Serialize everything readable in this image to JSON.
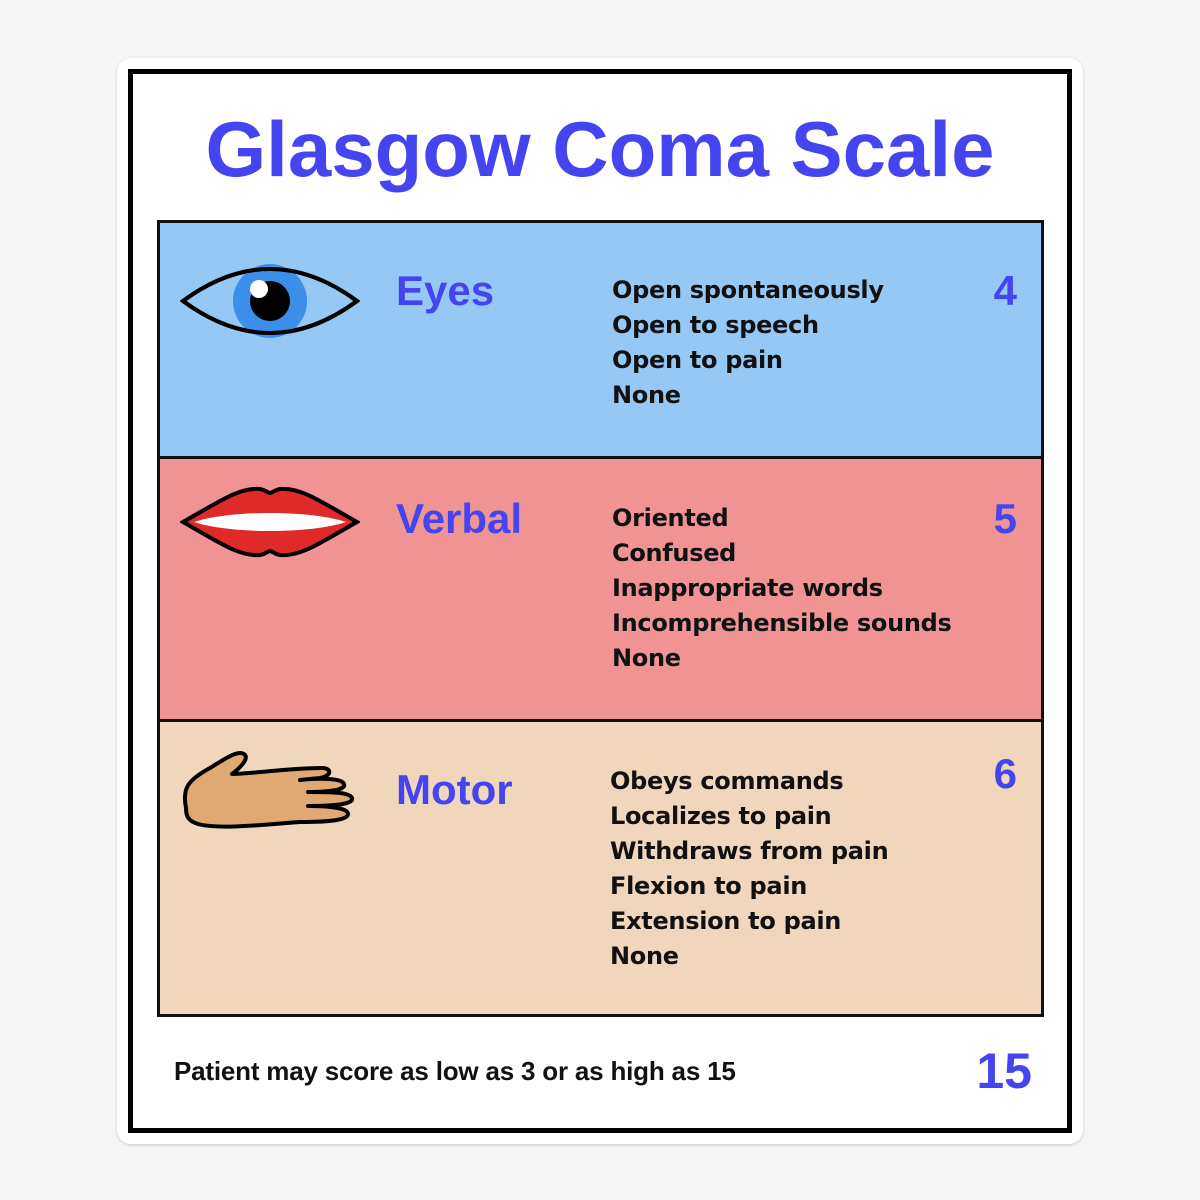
{
  "title": "Glasgow Coma Scale",
  "colors": {
    "accent": "#4444f0",
    "eyes_bg": "#96c8f6",
    "verbal_bg": "#ef9393",
    "motor_bg": "#f0d6bb",
    "border": "#111111"
  },
  "categories": [
    {
      "name": "Eyes",
      "icon": "eye-icon",
      "max_score": "4",
      "responses": [
        "Open spontaneously",
        "Open to speech",
        "Open to pain",
        "None"
      ]
    },
    {
      "name": "Verbal",
      "icon": "lips-icon",
      "max_score": "5",
      "responses": [
        "Oriented",
        "Confused",
        "Inappropriate words",
        "Incomprehensible sounds",
        "None"
      ]
    },
    {
      "name": "Motor",
      "icon": "hand-icon",
      "max_score": "6",
      "responses": [
        "Obeys commands",
        "Localizes to pain",
        "Withdraws from pain",
        "Flexion to pain",
        "Extension to pain",
        "None"
      ]
    }
  ],
  "footer": {
    "note": "Patient may score as low as 3 or as high as 15",
    "total": "15"
  }
}
